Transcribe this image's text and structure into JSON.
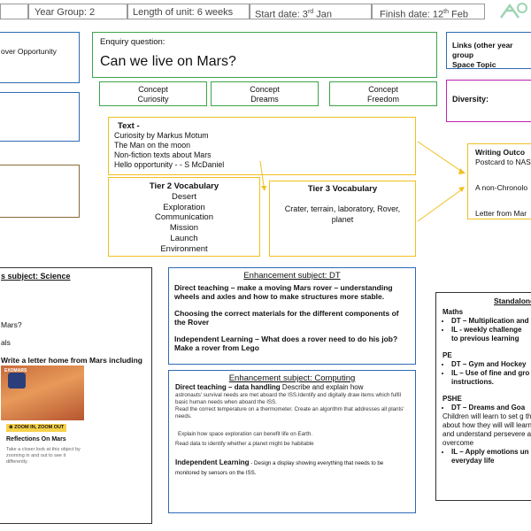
{
  "header": {
    "cell0": "",
    "year_group": "Year Group: 2",
    "length": "Length of unit: 6 weeks",
    "start": "Start date: 3",
    "start_sup": "rd",
    "start_month": " Jan",
    "finish": "Finish date: 12",
    "finish_sup": "th",
    "finish_month": " Feb"
  },
  "left_top": {
    "text": "over Opportunity"
  },
  "enquiry": {
    "label": "Enquiry question:",
    "question": "Can we live on Mars?"
  },
  "concepts": [
    {
      "line1": "Concept",
      "line2": "Curiosity"
    },
    {
      "line1": "Concept",
      "line2": "Dreams"
    },
    {
      "line1": "Concept",
      "line2": "Freedom"
    }
  ],
  "links": {
    "line1": "Links (other year group",
    "line2": "Space Topic"
  },
  "diversity": {
    "label": "Diversity:"
  },
  "text_box": {
    "title": "Text -",
    "lines": [
      "Curiosity by Markus Motum",
      "The Man on the moon",
      "Non-fiction texts about Mars",
      "Hello opportunity - - S McDaniel"
    ]
  },
  "tier2": {
    "title": "Tier 2 Vocabulary",
    "words": [
      "Desert",
      "Exploration",
      "Communication",
      "Mission",
      "Launch",
      "Environment"
    ]
  },
  "tier3": {
    "title": "Tier 3 Vocabulary",
    "text": "Crater, terrain, laboratory, Rover, planet"
  },
  "writing": {
    "title": "Writing Outco",
    "items": [
      "Postcard to NAS",
      "A non-Chronolo",
      "Letter from Mar"
    ]
  },
  "science": {
    "title": "s subject: Science",
    "lines": [
      "Mars?",
      "als",
      "Write a letter home from Mars including"
    ],
    "card_badge": "EXOMARS",
    "zoom_label": "ZOOM IN, ZOOM OUT",
    "card_title": "Reflections On Mars",
    "card_desc": "Take a closer look at this object by zooming in and out to see it differently."
  },
  "dt": {
    "title": "Enhancement  subject: DT",
    "p1": "Direct teaching – make a moving Mars rover – understanding wheels and axles and how to make structures more stable.",
    "p2": "Choosing the correct materials for the different components of the Rover",
    "p3": "Independent Learning – What does a rover need to do his job? Make a rover from Lego"
  },
  "computing": {
    "title": "Enhancement  subject: Computing",
    "dt_bold": "Direct teaching – data handling",
    "dt_rest": " Describe and explain how",
    "small1": "astronauts' survival needs are met aboard the ISS.Identify and digitally draw items which fulfil basic human needs when aboard the ISS.",
    "small2": "Read the correct temperature on a thermometer. Create an algorithm that addresses all plants' needs.",
    "small3": "Explain how space exploration can benefit life on Earth.",
    "small4": "Read data to identify whether a planet might be habitable",
    "il_bold": "Independent Learning",
    "il_rest": " - Design a display showing  everything that needs to be monitored by sensors on the ISS."
  },
  "standalone": {
    "title": "Standalone",
    "maths_head": "Maths",
    "maths_items": [
      "DT – Multiplication and",
      "IL -  weekly challenge",
      "to previous learning"
    ],
    "pe_head": "PE",
    "pe_items": [
      "DT – Gym and Hockey",
      "IL – Use of fine and gro",
      "instructions."
    ],
    "pshe_head": "PSHE",
    "pshe_item1": "DT –  Dreams and Goa",
    "pshe_para": "Children will learn to set g think about how they will will learn and understand persevere and overcome",
    "pshe_item2": "IL – Apply emotions un",
    "pshe_item2b": "everyday life"
  },
  "colors": {
    "blue": "#2f6bb3",
    "green": "#3aa54a",
    "gold": "#f0c020",
    "magenta": "#c11fb0",
    "logo": "#9fd4b4"
  }
}
